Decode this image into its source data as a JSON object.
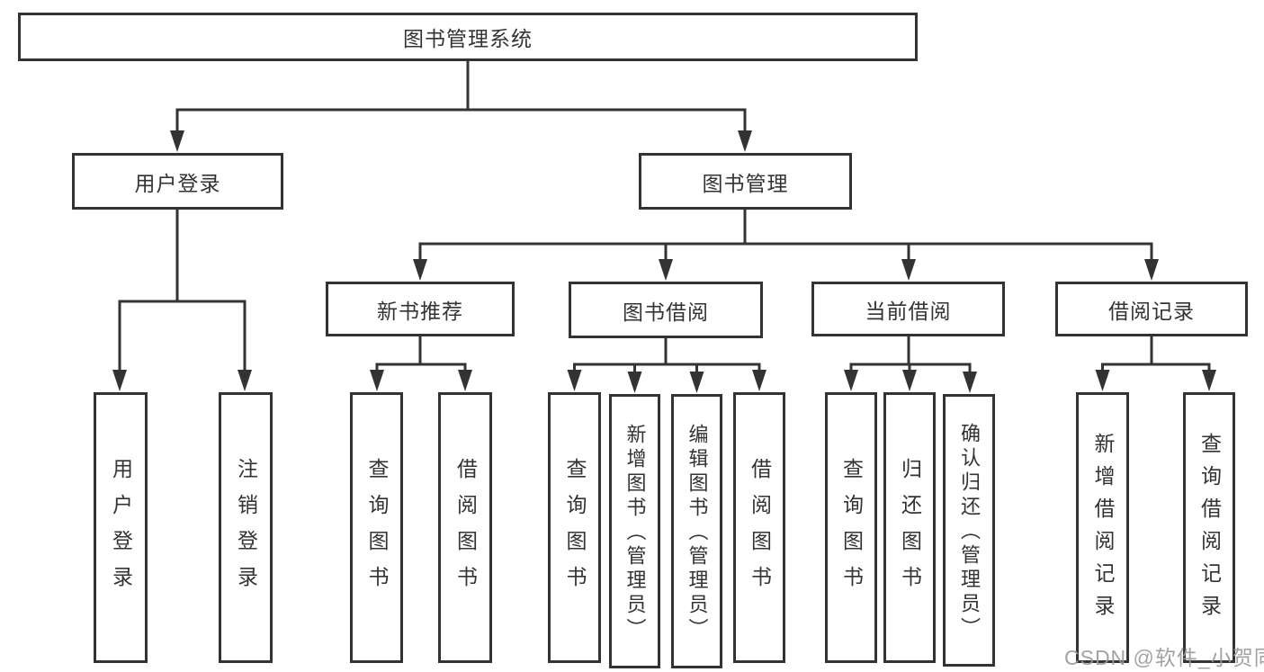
{
  "diagram_title": "图书管理系统",
  "hierarchy": {
    "label": "图书管理系统",
    "children": [
      {
        "label": "用户登录",
        "children": [
          {
            "label": "用户登录"
          },
          {
            "label": "注销登录"
          }
        ]
      },
      {
        "label": "图书管理",
        "children": [
          {
            "label": "新书推荐",
            "children": [
              {
                "label": "查询图书"
              },
              {
                "label": "借阅图书"
              }
            ]
          },
          {
            "label": "图书借阅",
            "children": [
              {
                "label": "查询图书"
              },
              {
                "label": "新增图书（管理员）"
              },
              {
                "label": "编辑图书（管理员）"
              },
              {
                "label": "借阅图书"
              }
            ]
          },
          {
            "label": "当前借阅",
            "children": [
              {
                "label": "查询图书"
              },
              {
                "label": "归还图书"
              },
              {
                "label": "确认归还（管理员）"
              }
            ]
          },
          {
            "label": "借阅记录",
            "children": [
              {
                "label": "新增借阅记录"
              },
              {
                "label": "查询借阅记录"
              }
            ]
          }
        ]
      }
    ]
  },
  "watermark": {
    "text": "CSDN @软件_小贺同学"
  },
  "colors": {
    "line": "#333333",
    "box_border": "#333333",
    "text": "#333333",
    "background": "#ffffff",
    "watermark": "#9b9b9b"
  }
}
